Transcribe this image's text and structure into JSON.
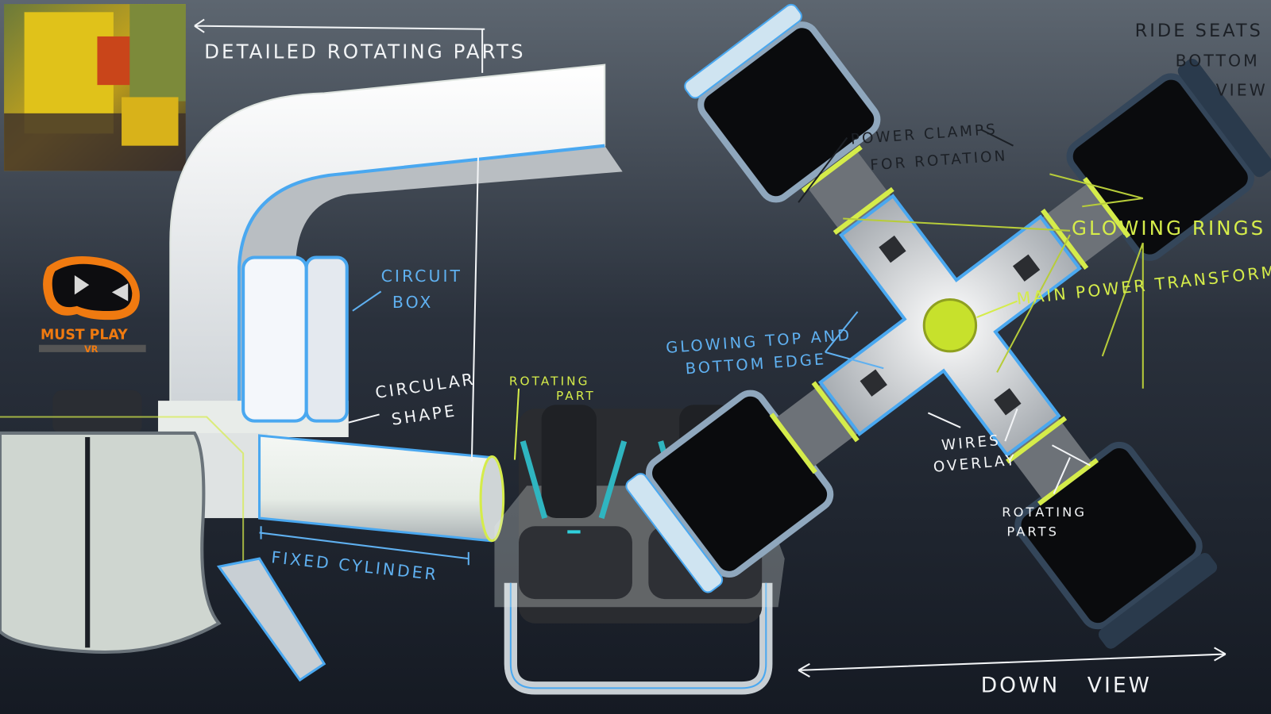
{
  "labels": {
    "detailed_rotating_parts": "DETAILED ROTATING PARTS",
    "circuit_box_1": "CIRCUIT",
    "circuit_box_2": "BOX",
    "circular_shape_1": "CIRCULAR",
    "circular_shape_2": "SHAPE",
    "rotating_part_1": "ROTATING",
    "rotating_part_2": "PART",
    "fixed_cylinder": "FIXED CYLINDER",
    "ride_seats_1": "RIDE SEATS",
    "ride_seats_2": "BOTTOM",
    "ride_seats_3": "VIEW",
    "power_clamps_1": "POWER CLAMPS",
    "power_clamps_2": "FOR ROTATION",
    "glowing_rings": "GLOWING RINGS",
    "main_power_transformer": "MAIN POWER TRANSFORMER",
    "glowing_edge_1": "GLOWING TOP AND",
    "glowing_edge_2": "BOTTOM EDGE",
    "wires_overlay_1": "WIRES",
    "wires_overlay_2": "OVERLAY",
    "rotating_parts_1": "ROTATING",
    "rotating_parts_2": "PARTS",
    "down_view": "DOWN   VIEW"
  },
  "logo": {
    "brand": "MUST PLAY",
    "sub": "VR"
  },
  "colors": {
    "annotation_white": "#f2f4f6",
    "annotation_blue": "#5fb0f0",
    "annotation_lime": "#d5ec4a",
    "annotation_dark": "#1c2026",
    "glow_edge": "#4aa8f0",
    "logo_orange": "#f07a10"
  }
}
